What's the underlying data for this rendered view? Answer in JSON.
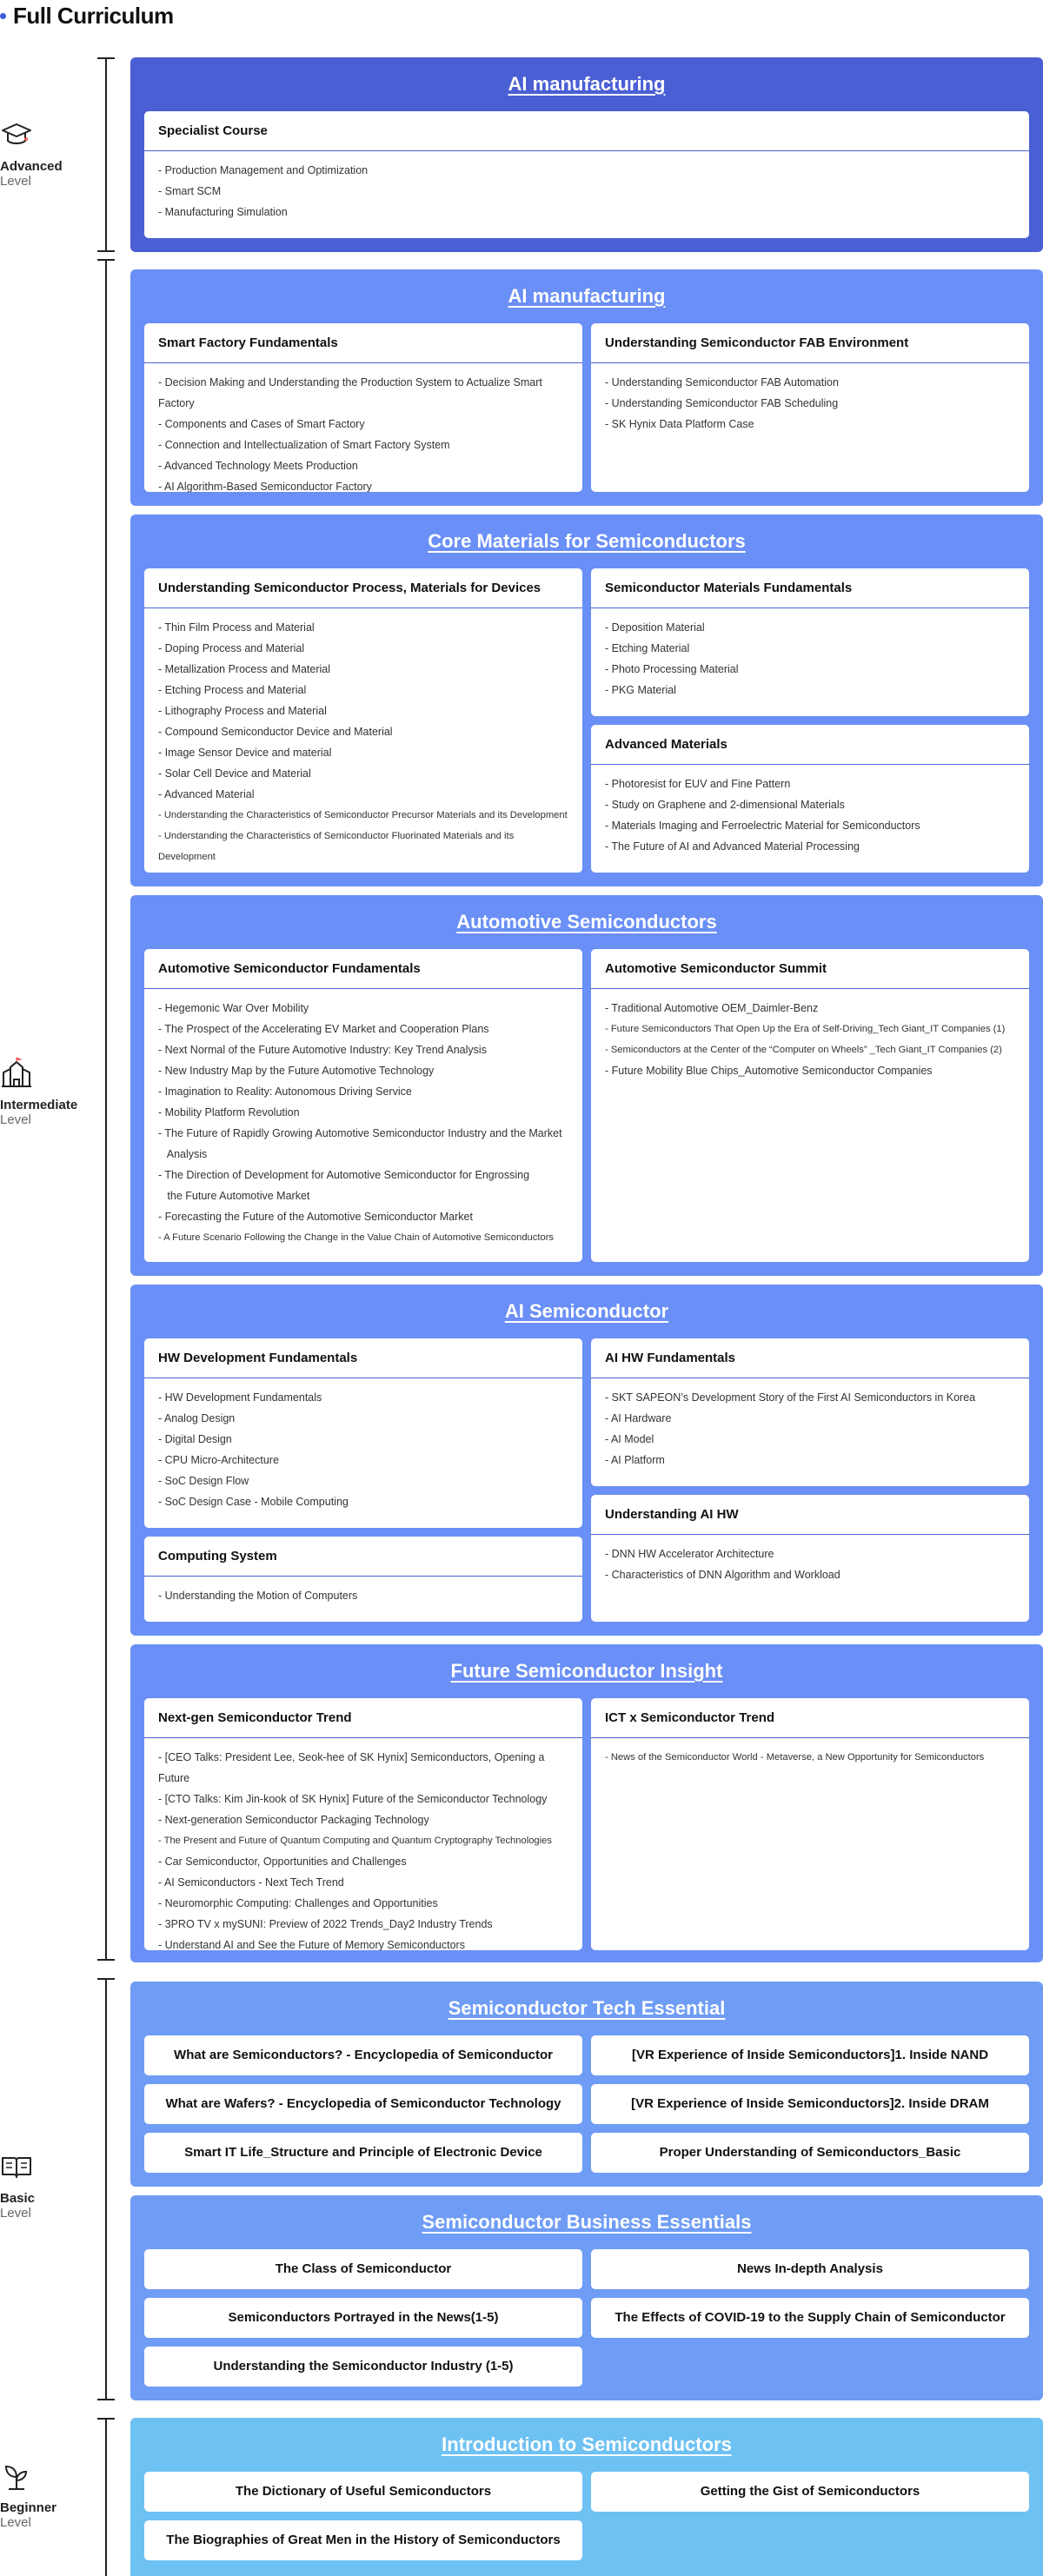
{
  "page": {
    "title": "Full Curriculum"
  },
  "levels": {
    "advanced": {
      "name": "Advanced",
      "sub": "Level"
    },
    "intermediate": {
      "name": "Intermediate",
      "sub": "Level"
    },
    "basic": {
      "name": "Basic",
      "sub": "Level"
    },
    "beginner": {
      "name": "Beginner",
      "sub": "Level"
    }
  },
  "colors": {
    "advanced": "#4a5fd4",
    "intermediate": "#6a8ff6",
    "basic": "#6f9cf5",
    "beginner": "#6ec1f3",
    "rule": "#4a63d6"
  },
  "advanced": {
    "title": "AI manufacturing",
    "cards": [
      {
        "title": "Specialist Course",
        "items": [
          "- Production Management and Optimization",
          "- Smart SCM",
          "- Manufacturing Simulation"
        ]
      }
    ]
  },
  "intermediate": {
    "ai_mfg": {
      "title": "AI manufacturing",
      "cards": [
        {
          "title": "Smart Factory Fundamentals",
          "items": [
            "- Decision Making and Understanding the Production System to Actualize Smart Factory",
            "- Components and Cases of Smart Factory",
            "- Connection and Intellectualization of Smart Factory System",
            "- Advanced Technology Meets Production",
            "- AI Algorithm-Based Semiconductor Factory"
          ]
        },
        {
          "title": "Understanding Semiconductor FAB Environment",
          "items": [
            "- Understanding Semiconductor FAB Automation",
            "- Understanding Semiconductor FAB Scheduling",
            "- SK Hynix Data Platform Case"
          ]
        }
      ]
    },
    "core": {
      "title": "Core Materials for Semiconductors",
      "cards": [
        {
          "title": "Understanding Semiconductor Process, Materials for Devices",
          "items": [
            "- Thin Film Process and Material",
            "- Doping Process and Material",
            "- Metallization Process and Material",
            "- Etching Process and Material",
            "- Lithography Process and Material",
            "- Compound Semiconductor Device and Material",
            "- Image Sensor Device and material",
            "- Solar Cell Device and Material",
            "- Advanced Material",
            "- Understanding the Characteristics of Semiconductor Precursor Materials and its Development",
            "- Understanding the Characteristics of Semiconductor Fluorinated Materials and its Development"
          ]
        },
        {
          "title": "Semiconductor Materials Fundamentals",
          "items": [
            "- Deposition Material",
            "- Etching Material",
            "- Photo Processing Material",
            "- PKG Material"
          ]
        },
        {
          "title": "Advanced Materials",
          "items": [
            "- Photoresist for EUV and Fine Pattern",
            "- Study on Graphene and 2-dimensional Materials",
            "- Materials Imaging and Ferroelectric Material for Semiconductors",
            "- The Future of AI and Advanced Material Processing"
          ]
        }
      ]
    },
    "auto": {
      "title": "Automotive Semiconductors",
      "cards": [
        {
          "title": "Automotive Semiconductor Fundamentals",
          "items": [
            "- Hegemonic War Over Mobility",
            "- The Prospect of the Accelerating EV Market and Cooperation Plans",
            "- Next Normal of the Future Automotive Industry: Key Trend Analysis",
            "- New Industry Map by the Future Automotive Technology",
            "- Imagination to Reality: Autonomous Driving Service",
            "- Mobility Platform Revolution",
            "- The Future of Rapidly Growing Automotive Semiconductor Industry and the Market",
            "   Analysis",
            "- The Direction of Development for Automotive Semiconductor for Engrossing",
            "   the Future Automotive Market",
            "- Forecasting the Future of the Automotive Semiconductor Market",
            "- A Future Scenario Following the Change in the Value Chain of Automotive Semiconductors"
          ]
        },
        {
          "title": "Automotive Semiconductor Summit",
          "items": [
            "- Traditional Automotive OEM_Daimler-Benz",
            "- Future Semiconductors That Open Up the Era of Self-Driving_Tech Giant_IT Companies (1)",
            "- Semiconductors at the Center of the “Computer on Wheels” _Tech Giant_IT Companies (2)",
            "- Future Mobility Blue Chips_Automotive Semiconductor Companies"
          ]
        }
      ]
    },
    "aisemi": {
      "title": "AI Semiconductor",
      "cards": [
        {
          "title": "HW Development Fundamentals",
          "items": [
            "- HW Development Fundamentals",
            "- Analog Design",
            "- Digital Design",
            "- CPU Micro-Architecture",
            "- SoC Design Flow",
            "- SoC Design Case - Mobile Computing"
          ]
        },
        {
          "title": "Computing System",
          "items": [
            "- Understanding the Motion of Computers"
          ]
        },
        {
          "title": "AI HW Fundamentals",
          "items": [
            "- SKT SAPEON’s Development Story of the First AI Semiconductors in Korea",
            "- AI Hardware",
            "- AI Model",
            "- AI Platform"
          ]
        },
        {
          "title": "Understanding AI HW",
          "items": [
            "- DNN HW Accelerator Architecture",
            "- Characteristics of DNN Algorithm and Workload"
          ]
        }
      ]
    },
    "future": {
      "title": "Future Semiconductor Insight",
      "cards": [
        {
          "title": "Next-gen Semiconductor Trend",
          "items": [
            "- [CEO Talks: President Lee, Seok-hee of SK Hynix] Semiconductors, Opening a Future",
            "- [CTO Talks: Kim Jin-kook of SK Hynix] Future of the Semiconductor Technology",
            "- Next-generation Semiconductor Packaging Technology",
            "- The Present and Future of Quantum Computing and Quantum Cryptography Technologies",
            "- Car Semiconductor, Opportunities and Challenges",
            "- AI Semiconductors - Next Tech Trend",
            "- Neuromorphic Computing: Challenges and Opportunities",
            "- 3PRO TV x mySUNI: Preview of 2022 Trends_Day2 Industry Trends",
            "- Understand AI and See the Future of Memory Semiconductors"
          ]
        },
        {
          "title": "ICT x Semiconductor Trend",
          "items": [
            "- News of the Semiconductor World - Metaverse, a New Opportunity for Semiconductors"
          ]
        }
      ]
    }
  },
  "basic": {
    "tech": {
      "title": "Semiconductor Tech Essential",
      "courses": [
        "What are Semiconductors? - Encyclopedia of Semiconductor Technology",
        "[VR Experience of Inside Semiconductors]1. Inside NAND",
        "What are Wafers? - Encyclopedia of Semiconductor Technology",
        "[VR Experience of Inside Semiconductors]2. Inside DRAM",
        "Smart IT Life_Structure and Principle of Electronic Device",
        "Proper Understanding of Semiconductors_Basic"
      ]
    },
    "biz": {
      "title": "Semiconductor Business Essentials",
      "courses": [
        "The Class of Semiconductor",
        "News In-depth Analysis",
        "Semiconductors Portrayed in the News(1-5)",
        "The Effects of COVID-19 to the Supply Chain of Semiconductor",
        "Understanding the Semiconductor Industry (1-5)"
      ]
    }
  },
  "beginner": {
    "intro": {
      "title": "Introduction to Semiconductors",
      "courses": [
        "The Dictionary of Useful Semiconductors",
        "Getting the Gist of Semiconductors",
        "The Biographies of Great Men in the History of Semiconductors"
      ]
    }
  }
}
